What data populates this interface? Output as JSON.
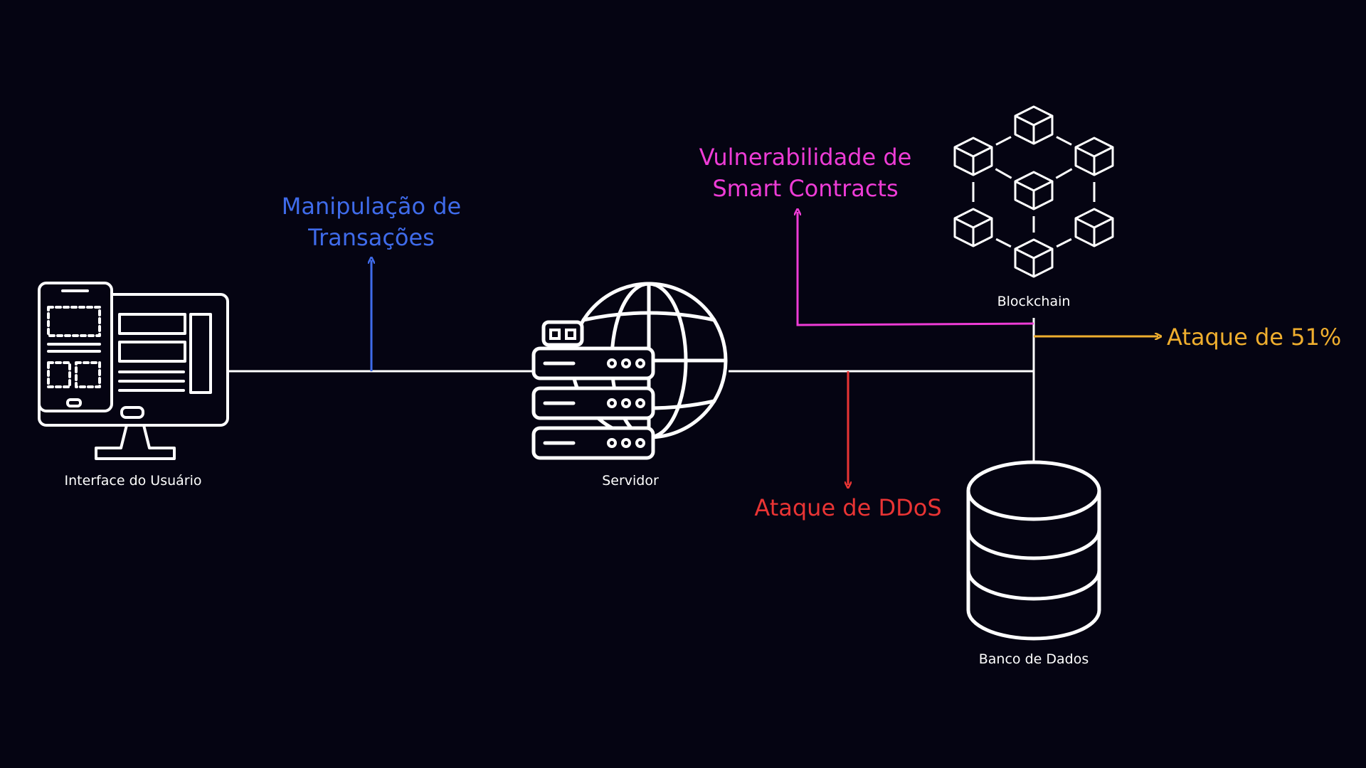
{
  "nodes": {
    "user_interface": {
      "label": "Interface do Usuário"
    },
    "server": {
      "label": "Servidor"
    },
    "blockchain": {
      "label": "Blockchain"
    },
    "database": {
      "label": "Banco de Dados"
    }
  },
  "threats": {
    "transaction_manipulation": {
      "label": "Manipulação de\nTransações",
      "color": "#3f6bea"
    },
    "smart_contract_vuln": {
      "label": "Vulnerabilidade de\nSmart Contracts",
      "color": "#ee3cd6"
    },
    "ddos": {
      "label": "Ataque de DDoS",
      "color": "#e93434"
    },
    "attack_51": {
      "label": "Ataque de 51%",
      "color": "#efae2e"
    }
  },
  "icons": [
    "desktop-icon",
    "server-globe-icon",
    "blockchain-icon",
    "database-icon"
  ],
  "colors": {
    "background": "#050412",
    "lines": "#ffffff"
  }
}
